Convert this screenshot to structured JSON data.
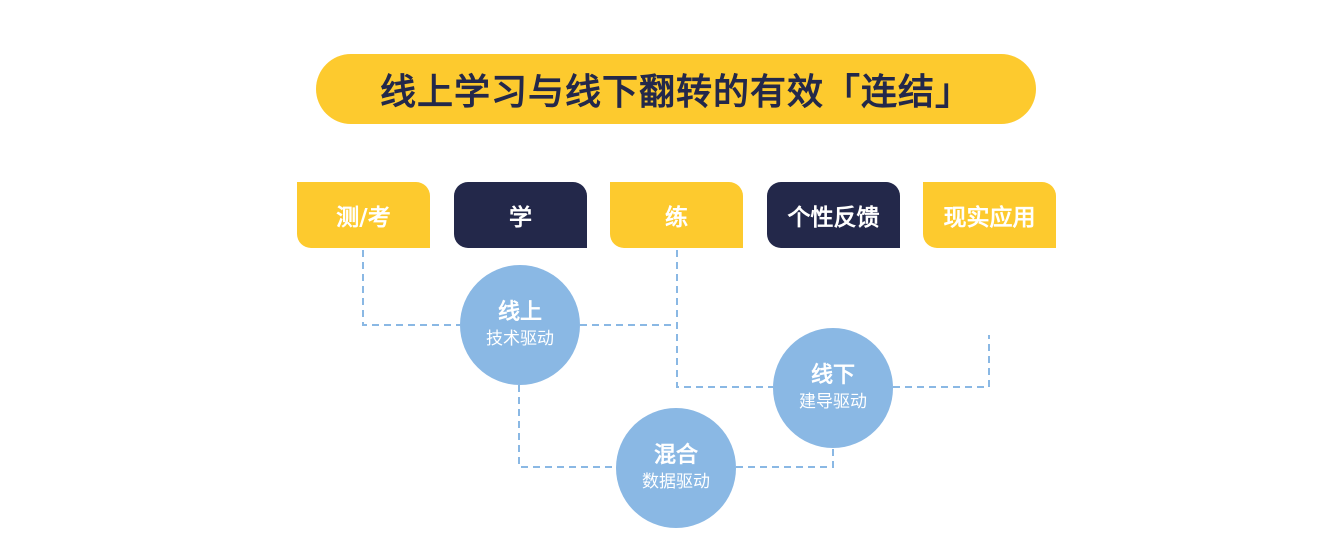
{
  "title": "线上学习与线下翻转的有效「连结」",
  "stages": [
    {
      "label": "测/考",
      "style": "yellow"
    },
    {
      "label": "学",
      "style": "navy"
    },
    {
      "label": "练",
      "style": "yellow"
    },
    {
      "label": "个性反馈",
      "style": "navy"
    },
    {
      "label": "现实应用",
      "style": "yellow"
    }
  ],
  "nodes": {
    "online": {
      "title": "线上",
      "subtitle": "技术驱动"
    },
    "offline": {
      "title": "线下",
      "subtitle": "建导驱动"
    },
    "hybrid": {
      "title": "混合",
      "subtitle": "数据驱动"
    }
  },
  "colors": {
    "accent_yellow": "#fdca2e",
    "navy": "#23284a",
    "node_blue": "#8ab8e4",
    "connector": "#8ab8e4"
  }
}
